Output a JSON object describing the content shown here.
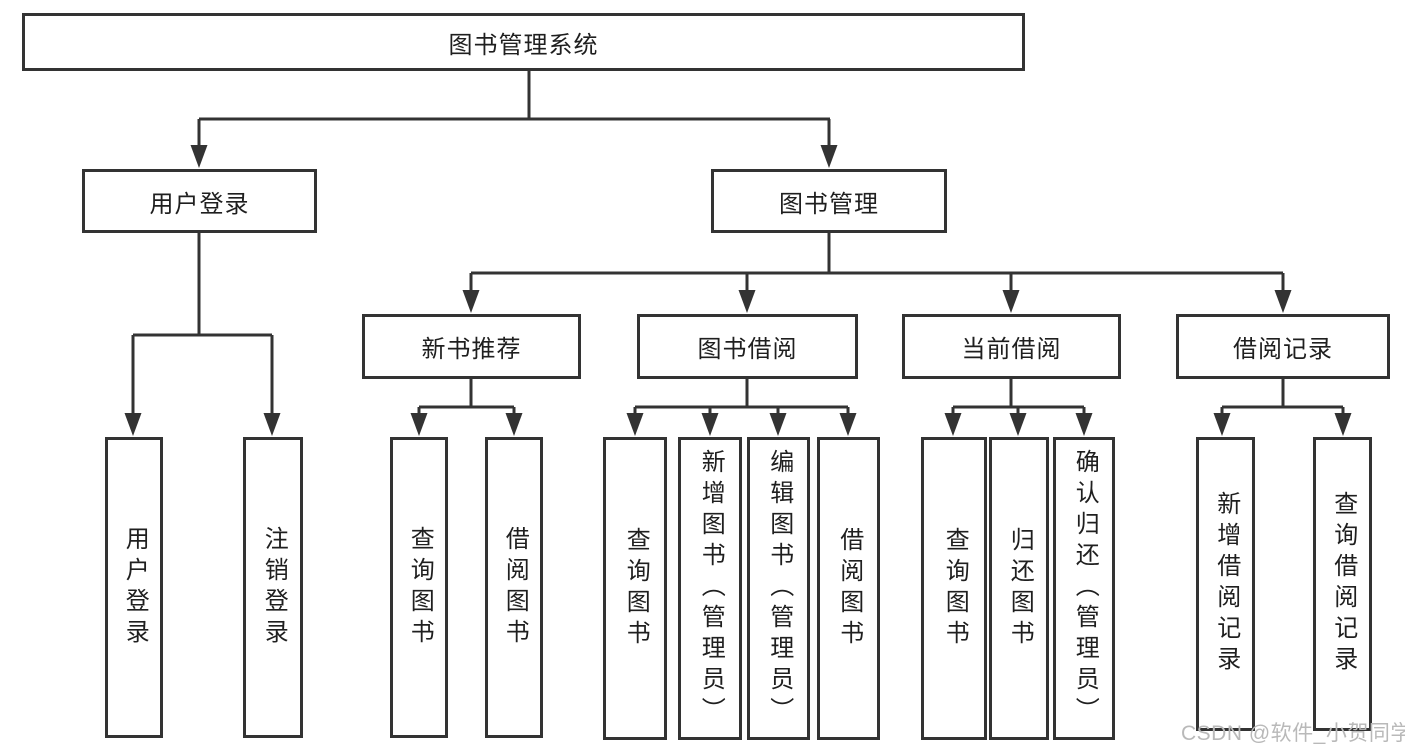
{
  "diagram": {
    "type": "hierarchy-tree",
    "colors": {
      "line": "#333333",
      "box_border": "#333333",
      "text": "#1f1f1f",
      "background": "#ffffff",
      "watermark": "#b9b9b9"
    },
    "nodes": {
      "root": {
        "label": "图书管理系统"
      },
      "user_login": {
        "label": "用户登录"
      },
      "book_mgmt": {
        "label": "图书管理"
      },
      "new_book_rec": {
        "label": "新书推荐"
      },
      "book_borrow": {
        "label": "图书借阅"
      },
      "current_borrow": {
        "label": "当前借阅"
      },
      "borrow_records": {
        "label": "借阅记录"
      }
    },
    "leaves": {
      "user_login_leaf": {
        "label": "用户登录",
        "parent": "用户登录"
      },
      "logout_leaf": {
        "label": "注销登录",
        "parent": "用户登录"
      },
      "nbr_query_books": {
        "label": "查询图书",
        "parent": "新书推荐"
      },
      "nbr_borrow_books": {
        "label": "借阅图书",
        "parent": "新书推荐"
      },
      "bb_query_books": {
        "label": "查询图书",
        "parent": "图书借阅"
      },
      "bb_add_books": {
        "label": "新增图书（管理员）",
        "parent": "图书借阅"
      },
      "bb_edit_books": {
        "label": "编辑图书（管理员）",
        "parent": "图书借阅"
      },
      "bb_borrow_books": {
        "label": "借阅图书",
        "parent": "图书借阅"
      },
      "cb_query_books": {
        "label": "查询图书",
        "parent": "当前借阅"
      },
      "cb_return_books": {
        "label": "归还图书",
        "parent": "当前借阅"
      },
      "cb_confirm_return": {
        "label": "确认归还（管理员）",
        "parent": "当前借阅"
      },
      "br_add_record": {
        "label": "新增借阅记录",
        "parent": "借阅记录"
      },
      "br_query_record": {
        "label": "查询借阅记录",
        "parent": "借阅记录"
      }
    }
  },
  "watermark": {
    "text": "CSDN @软件_小贺同学"
  }
}
